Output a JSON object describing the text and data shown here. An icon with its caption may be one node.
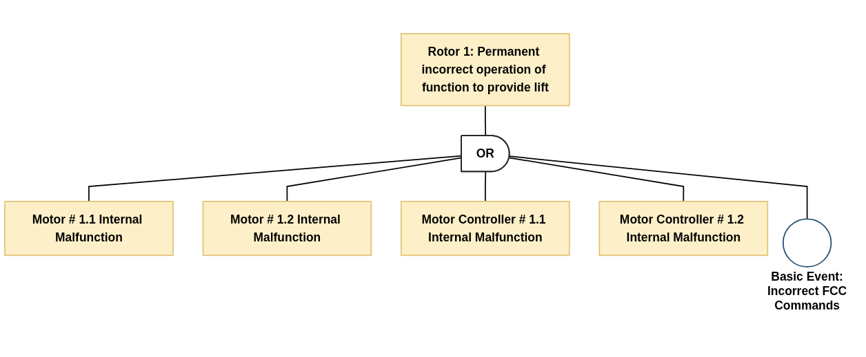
{
  "diagram": {
    "nodes": [
      {
        "text": [
          "Rotor 1: Permanent incorrect operation of function to provide lift"
        ]
      },
      {
        "text": [
          "OR"
        ]
      },
      {
        "text": [
          "Motor # 1.1 Internal Malfunction"
        ]
      },
      {
        "text": [
          "Motor # 1.2 Internal Malfunction"
        ]
      },
      {
        "text": [
          "Motor Controller # 1.1 Internal Malfunction"
        ]
      },
      {
        "text": [
          "Motor Controller # 1.2 Internal Malfunction"
        ]
      },
      {
        "text": [],
        "shape": "circle",
        "beside": [
          "Basic Event: Incorrect FCC Commands"
        ]
      }
    ],
    "edges": [
      {
        "from": 0,
        "to": 1,
        "arrow": "none"
      },
      {
        "from": 1,
        "to": 2,
        "arrow": "none"
      },
      {
        "from": 1,
        "to": 3,
        "arrow": "none"
      },
      {
        "from": 1,
        "to": 4,
        "arrow": "none"
      },
      {
        "from": 1,
        "to": 5,
        "arrow": "none"
      },
      {
        "from": 1,
        "to": 6,
        "arrow": "none"
      }
    ]
  }
}
